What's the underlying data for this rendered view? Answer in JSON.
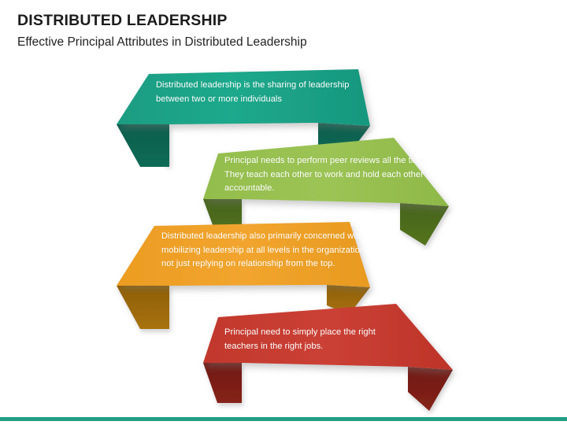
{
  "slide": {
    "title": "DISTRIBUTED LEADERSHIP",
    "subtitle": "Effective Principal Attributes in Distributed Leadership",
    "background": "#ffffff",
    "accent_bar_color": "#219e84"
  },
  "ribbons": [
    {
      "id": "ribbon-teal",
      "order": 1,
      "text": "Distributed leadership is the sharing of leadership between two or more individuals",
      "color": "#17a085",
      "fold_color": "#0d5f4d",
      "text_color": "#ffffff"
    },
    {
      "id": "ribbon-green",
      "order": 2,
      "text": "Principal needs to perform peer reviews all the time. They teach each other to work and hold each other accountable.",
      "color": "#96bf4f",
      "fold_color": "#4d6b1f",
      "text_color": "#ffffff"
    },
    {
      "id": "ribbon-orange",
      "order": 3,
      "text": "Distributed leadership also primarily concerned with mobilizing leadership at all levels in the organization not just replying on relationship from the top.",
      "color": "#f0a028",
      "fold_color": "#9a6708",
      "text_color": "#ffffff"
    },
    {
      "id": "ribbon-red",
      "order": 4,
      "text": "Principal need to simply place the right teachers in the right jobs.",
      "color": "#c53a2e",
      "fold_color": "#7a1c16",
      "text_color": "#ffffff"
    }
  ]
}
